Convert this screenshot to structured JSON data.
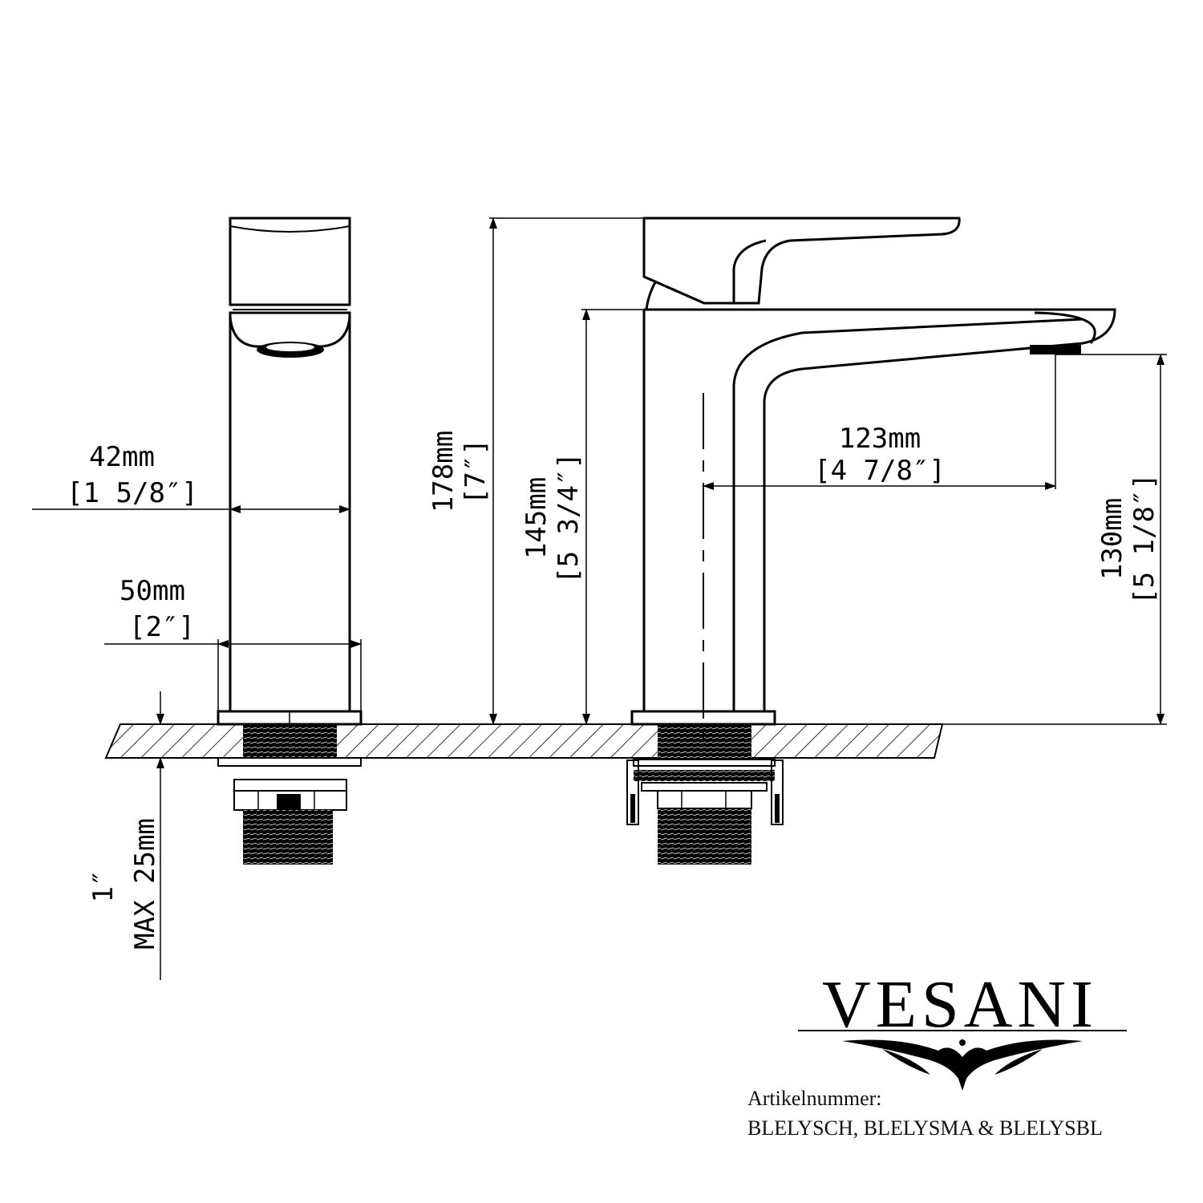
{
  "dimensions": {
    "width_body": {
      "mm": "42mm",
      "inch": "[1 5/8″]"
    },
    "width_base": {
      "mm": "50mm",
      "inch": "[2″]"
    },
    "total_height": {
      "mm": "178mm",
      "inch": "[7″]"
    },
    "body_height": {
      "mm": "145mm",
      "inch": "[5 3/4″]"
    },
    "spout_reach": {
      "mm": "123mm",
      "inch": "[4 7/8″]"
    },
    "spout_height": {
      "mm": "130mm",
      "inch": "[5 1/8″]"
    },
    "max_thickness": {
      "line1": "MAX 25mm",
      "line2": "1″"
    }
  },
  "brand": {
    "name": "VESANI"
  },
  "article": {
    "label": "Artikelnummer:",
    "numbers": "BLELYSCH, BLELYSMA & BLELYSBL"
  },
  "colors": {
    "ink": "#000000",
    "paper": "#ffffff"
  }
}
